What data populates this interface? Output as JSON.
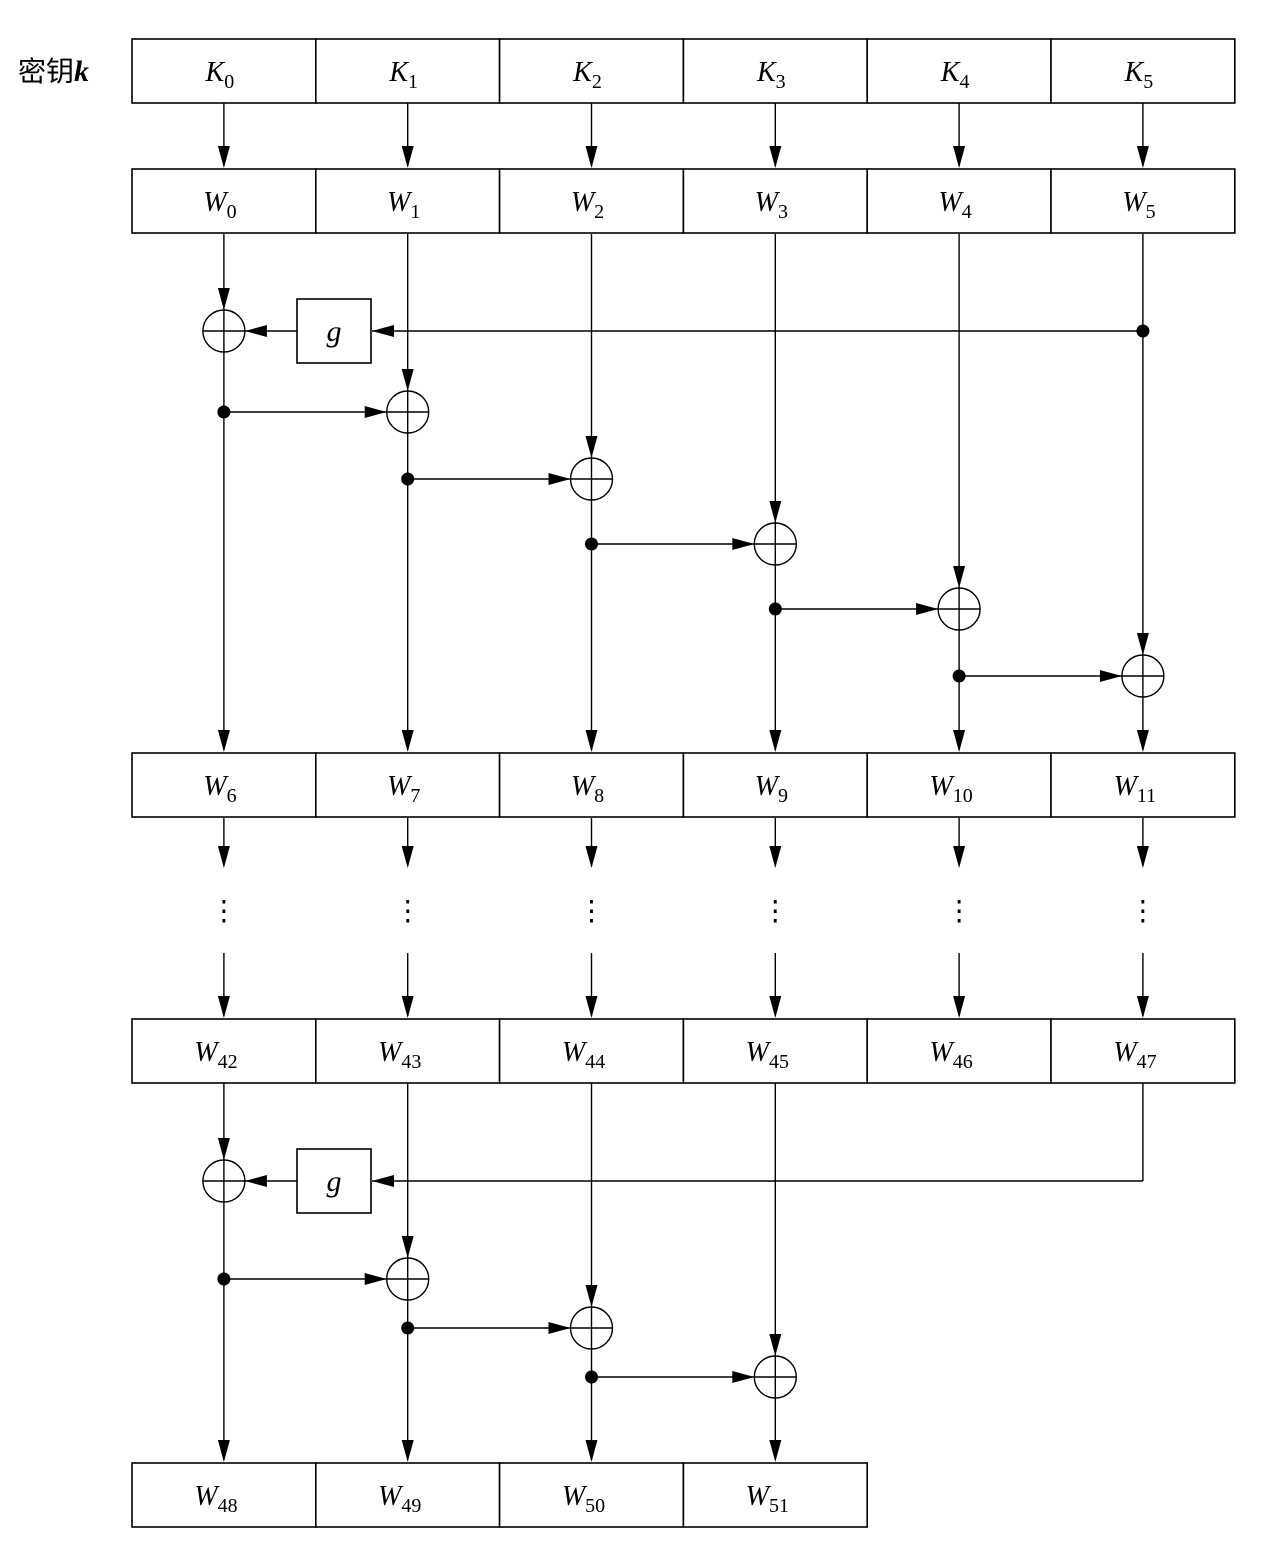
{
  "key_label": {
    "text": "密钥",
    "var": "k"
  },
  "rows": [
    {
      "id": "key",
      "cells": [
        [
          "K",
          "0"
        ],
        [
          "K",
          "1"
        ],
        [
          "K",
          "2"
        ],
        [
          "K",
          "3"
        ],
        [
          "K",
          "4"
        ],
        [
          "K",
          "5"
        ]
      ]
    },
    {
      "id": "w0",
      "cells": [
        [
          "W",
          "0"
        ],
        [
          "W",
          "1"
        ],
        [
          "W",
          "2"
        ],
        [
          "W",
          "3"
        ],
        [
          "W",
          "4"
        ],
        [
          "W",
          "5"
        ]
      ]
    },
    {
      "id": "w6",
      "cells": [
        [
          "W",
          "6"
        ],
        [
          "W",
          "7"
        ],
        [
          "W",
          "8"
        ],
        [
          "W",
          "9"
        ],
        [
          "W",
          "10"
        ],
        [
          "W",
          "11"
        ]
      ]
    },
    {
      "id": "w42",
      "cells": [
        [
          "W",
          "42"
        ],
        [
          "W",
          "43"
        ],
        [
          "W",
          "44"
        ],
        [
          "W",
          "45"
        ],
        [
          "W",
          "46"
        ],
        [
          "W",
          "47"
        ]
      ]
    },
    {
      "id": "w48",
      "cells": [
        [
          "W",
          "48"
        ],
        [
          "W",
          "49"
        ],
        [
          "W",
          "50"
        ],
        [
          "W",
          "51"
        ]
      ]
    }
  ],
  "g_function_label": "g",
  "ellipsis_glyph": "⋮"
}
